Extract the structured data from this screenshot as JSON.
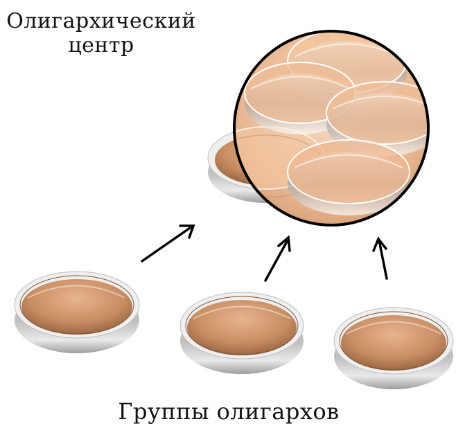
{
  "title_line1": "Олигархический",
  "title_line2": "центр",
  "bottom_caption": "Группы олигархов",
  "icons": {
    "dish": "petri-dish-icon",
    "arrow": "arrow-icon",
    "circle": "center-circle"
  },
  "colors": {
    "dish_fill": "#c9926a",
    "rim": "#d9d9d9",
    "circle_stroke": "#000000",
    "arrow": "#000000"
  }
}
